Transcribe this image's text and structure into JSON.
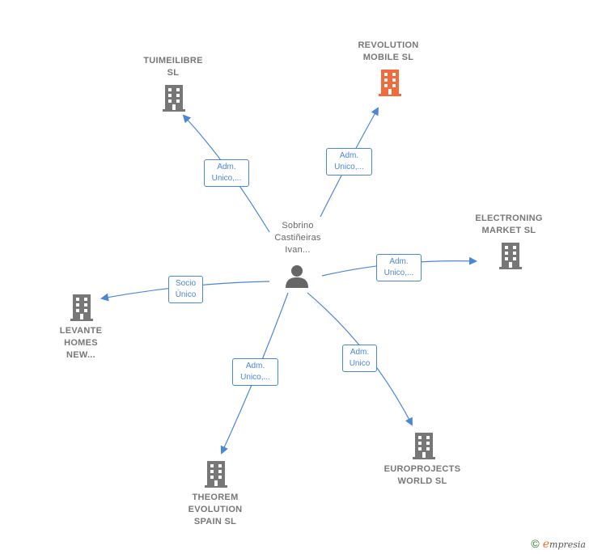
{
  "center": {
    "label": "Sobrino\nCastiñeiras\nIvan...",
    "icon": "person-icon"
  },
  "companies": [
    {
      "id": "tuimeilibre",
      "label": "TUIMEILIBRE\nSL",
      "color": "#777777"
    },
    {
      "id": "revolution",
      "label": "REVOLUTION\nMOBILE  SL",
      "color": "#f26b3a"
    },
    {
      "id": "electroning",
      "label": "ELECTRONING\nMARKET  SL",
      "color": "#777777"
    },
    {
      "id": "levante",
      "label": "LEVANTE\nHOMES\nNEW...",
      "color": "#777777"
    },
    {
      "id": "theorem",
      "label": "THEOREM\nEVOLUTION\nSPAIN  SL",
      "color": "#777777"
    },
    {
      "id": "europrojects",
      "label": "EUROPROJECTS\nWORLD  SL",
      "color": "#777777"
    }
  ],
  "roles": [
    {
      "target": "tuimeilibre",
      "label": "Adm.\nUnico,..."
    },
    {
      "target": "revolution",
      "label": "Adm.\nUnico,..."
    },
    {
      "target": "electroning",
      "label": "Adm.\nUnico,..."
    },
    {
      "target": "levante",
      "label": "Socio\nÚnico"
    },
    {
      "target": "theorem",
      "label": "Adm.\nUnico,..."
    },
    {
      "target": "europrojects",
      "label": "Adm.\nUnico"
    }
  ],
  "colors": {
    "edge": "#4a86d8",
    "building": "#777777",
    "building_highlight": "#f26b3a",
    "person": "#666666"
  },
  "footer": {
    "copyright": "©",
    "brand_initial": "e",
    "brand_rest": "mpresia"
  }
}
